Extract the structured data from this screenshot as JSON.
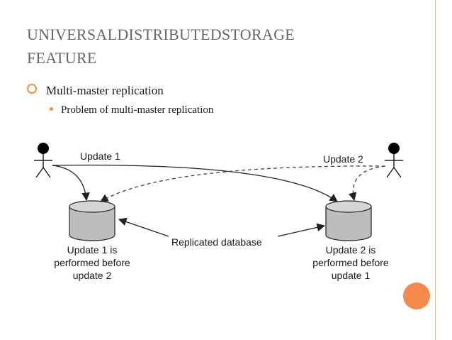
{
  "slide": {
    "title_line1": "UniversalDistributedStorage",
    "title_line2": "Feature",
    "bullet_level1": "Multi-master replication",
    "bullet_level2": "Problem of multi-master replication"
  },
  "diagram": {
    "update1_label": "Update 1",
    "update2_label": "Update 2",
    "replicated_label": "Replicated database",
    "left_db_caption": [
      "Update 1 is",
      "performed before",
      "update 2"
    ],
    "right_db_caption": [
      "Update 2 is",
      "performed before",
      "update 1"
    ]
  },
  "colors": {
    "accent_orange": "#f58a4c",
    "bullet_orange": "#f2903e",
    "title_gray": "#666666",
    "db_gray": "#bdbdbd"
  }
}
